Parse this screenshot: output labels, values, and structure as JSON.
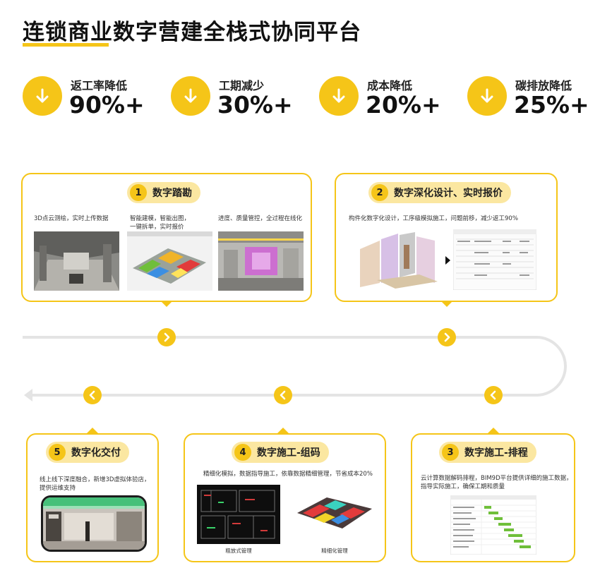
{
  "title": "连锁商业数字营建全栈式协同平台",
  "colors": {
    "accent": "#f5c518",
    "pill": "#fbe7a1",
    "track": "#e6e6e6"
  },
  "stats": [
    {
      "icon": "arrow-down-icon",
      "label": "返工率降低",
      "value": "90%+"
    },
    {
      "icon": "arrow-down-icon",
      "label": "工期减少",
      "value": "30%+"
    },
    {
      "icon": "arrow-down-icon",
      "label": "成本降低",
      "value": "20%+"
    },
    {
      "icon": "arrow-down-icon",
      "label": "碳排放降低",
      "value": "25%+"
    }
  ],
  "steps": {
    "s1": {
      "num": "1",
      "title": "数字踏勘",
      "descs": [
        "3D点云测绘，实时上传数据",
        "智能建模，智能出图，\n一键拆单，实时报价",
        "进度、质量管控，全过程在线化"
      ]
    },
    "s2": {
      "num": "2",
      "title": "数字深化设计、实时报价",
      "desc": "构件化数字化设计，工序级模拟施工，问题前移，减少返工90%"
    },
    "s3": {
      "num": "3",
      "title": "数字施工-排程",
      "desc": "云计算数据解码排程，BIM9D平台提供详细的施工数据，\n指导实际施工，确保工期和质量"
    },
    "s4": {
      "num": "4",
      "title": "数字施工-组码",
      "desc": "精细化模拟，数据指导施工，依靠数据精细管理，节省成本20%",
      "captions": [
        "粗放式管理",
        "精细化管理"
      ]
    },
    "s5": {
      "num": "5",
      "title": "数字化交付",
      "desc": "线上线下深度融合，新增3D虚拟体验店，\n提供运维支持"
    }
  }
}
